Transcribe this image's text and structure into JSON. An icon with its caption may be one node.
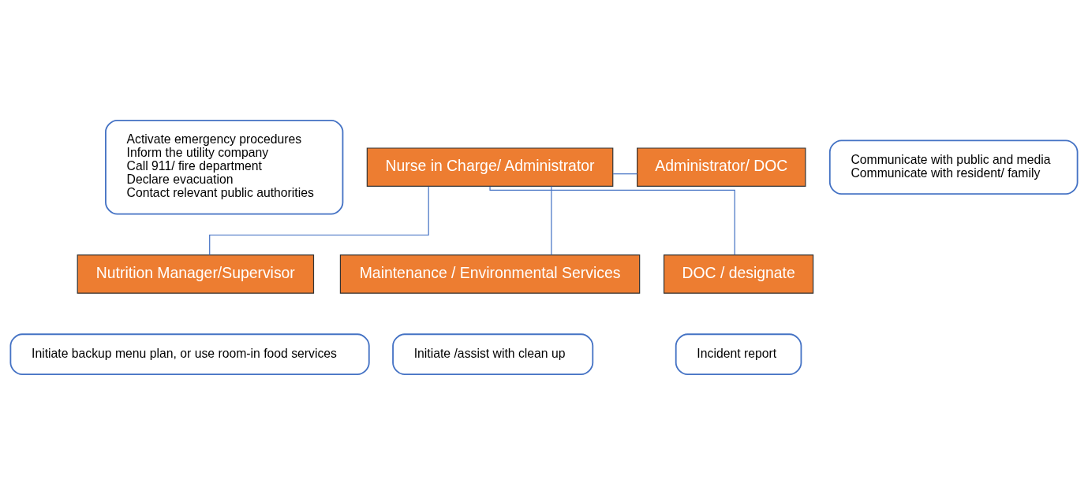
{
  "diagram": {
    "nodes": [
      {
        "text": [
          "Nurse in Charge/ Administrator"
        ]
      },
      {
        "text": [
          "Activate emergency procedures",
          "Inform the utility company",
          "Call 911/ fire department",
          "Declare evacuation",
          "Contact relevant public authorities"
        ]
      },
      {
        "text": [
          "Administrator/ DOC"
        ]
      },
      {
        "text": [
          "Communicate with public and media",
          "Communicate with resident/ family"
        ]
      },
      {
        "text": [
          "Nutrition Manager/Supervisor"
        ]
      },
      {
        "text": [
          "Initiate backup menu plan, or use room-in food services"
        ]
      },
      {
        "text": [
          "Maintenance / Environmental Services"
        ]
      },
      {
        "text": [
          "Initiate /assist with clean up"
        ]
      },
      {
        "text": [
          "DOC / designate"
        ]
      },
      {
        "text": [
          "Incident report"
        ]
      }
    ],
    "edges": [
      {
        "from": 0,
        "to": 2,
        "arrow": "none"
      },
      {
        "from": 0,
        "to": 4,
        "arrow": "none"
      },
      {
        "from": 0,
        "to": 6,
        "arrow": "none"
      },
      {
        "from": 0,
        "to": 8,
        "arrow": "none"
      }
    ]
  }
}
